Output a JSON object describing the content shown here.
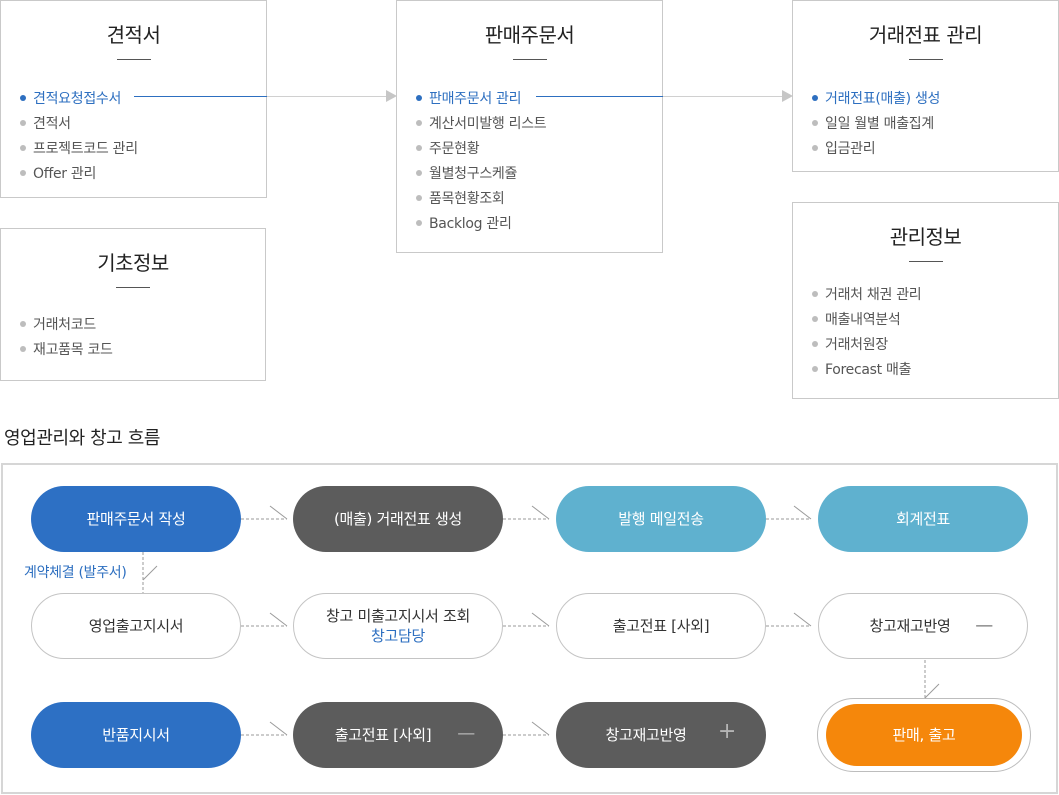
{
  "boxes": {
    "quote": {
      "title": "견적서",
      "items": [
        "견적요청접수서",
        "견적서",
        "프로젝트코드 관리",
        "Offer 관리"
      ]
    },
    "basic": {
      "title": "기초정보",
      "items": [
        "거래처코드",
        "재고품목 코드"
      ]
    },
    "sales_order": {
      "title": "판매주문서",
      "items": [
        "판매주문서 관리",
        "계산서미발행 리스트",
        "주문현황",
        "월별청구스케쥴",
        "품목현황조회",
        "Backlog 관리"
      ]
    },
    "voucher": {
      "title": "거래전표 관리",
      "items": [
        "거래전표(매출) 생성",
        "일일 월별 매출집계",
        "입금관리"
      ]
    },
    "mgmt": {
      "title": "관리정보",
      "items": [
        "거래처 채권 관리",
        "매출내역분석",
        "거래처원장",
        "Forecast 매출"
      ]
    }
  },
  "flow": {
    "title": "영업관리와 창고 흐름",
    "contract_note": "계약체결 (발주서)",
    "row1": [
      "판매주문서 작성",
      "(매출) 거래전표 생성",
      "발행 메일전송",
      "회계전표"
    ],
    "row2": [
      "영업출고지시서",
      "창고 미출고지시서 조회",
      "출고전표 [사외]",
      "창고재고반영"
    ],
    "row2_sub": "창고담당",
    "row3": [
      "반품지시서",
      "출고전표 [사외]",
      "창고재고반영",
      "판매, 출고"
    ],
    "marks": {
      "minus": "—",
      "plus": "+"
    }
  },
  "colors": {
    "accent_blue": "#2d70c4",
    "teal": "#5fb1cf",
    "dark_gray": "#5c5c5c",
    "orange": "#f5870b"
  }
}
